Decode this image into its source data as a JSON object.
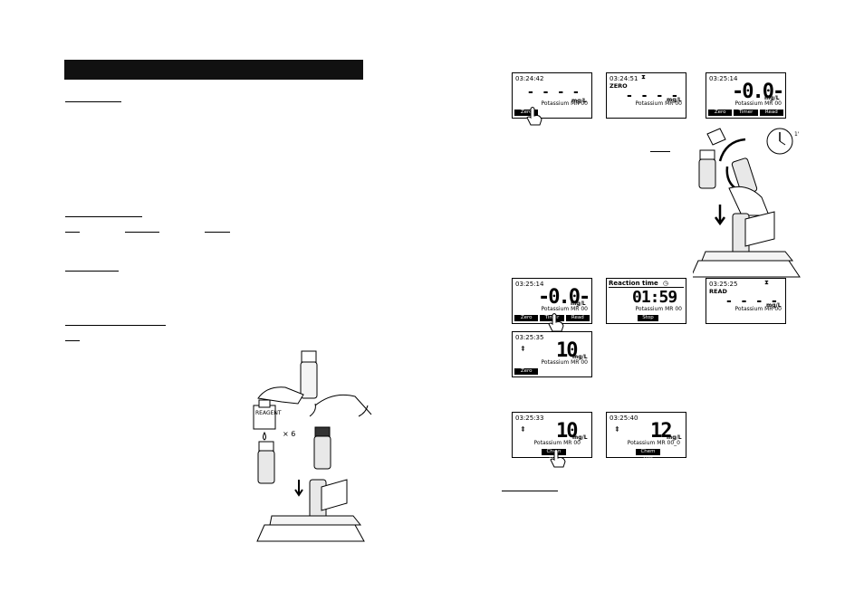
{
  "left_page": {
    "vial_label": "REAGENT",
    "multiplier": "× 6"
  },
  "clock_note": "1'",
  "screens": [
    {
      "time": "03:24:42",
      "sub": "",
      "glyph": "",
      "value": "- - - -",
      "unit": "mg/L",
      "method": "Potassium MR 00",
      "keys": [
        "Zero",
        "",
        ""
      ]
    },
    {
      "time": "03:24:51",
      "sub": "ZERO",
      "glyph": "⧗",
      "value": "- - - -",
      "unit": "mg/L",
      "method": "Potassium MR 00",
      "keys": [
        "",
        "",
        ""
      ]
    },
    {
      "time": "03:25:14",
      "sub": "",
      "glyph": "",
      "value": "-0.0-",
      "unit": "mg/L",
      "method": "Potassium MR 00",
      "keys": [
        "Zero",
        "Timer",
        "Read"
      ]
    },
    {
      "time": "03:25:14",
      "sub": "",
      "glyph": "",
      "value": "-0.0-",
      "unit": "mg/L",
      "method": "Potassium MR 00",
      "keys": [
        "Zero",
        "Timer",
        "Read"
      ]
    },
    {
      "header": "Reaction time",
      "glyph": "◷",
      "value": "01:59",
      "method": "Potassium MR 00",
      "keys": [
        "Stop"
      ]
    },
    {
      "time": "03:25:25",
      "sub": "READ",
      "glyph": "⧗",
      "value": "- - - -",
      "unit": "mg/L",
      "method": "Potassium MR 00",
      "keys": [
        "",
        "",
        ""
      ]
    },
    {
      "time": "03:25:35",
      "arrow": "⇞",
      "value": "10",
      "unit": "mg/L",
      "method": "Potassium MR 00",
      "keys": [
        "Zero",
        "",
        ""
      ]
    },
    {
      "time": "03:25:33",
      "arrow": "⇞",
      "value": "10",
      "unit": "mg/L",
      "method": "Potassium MR 00",
      "keys": [
        "Chem Frm"
      ]
    },
    {
      "time": "03:25:40",
      "arrow": "⇞",
      "value": "12",
      "unit": "mg/L",
      "method": "Potassium MR 00_0",
      "keys": [
        "Chem Frm"
      ]
    }
  ]
}
